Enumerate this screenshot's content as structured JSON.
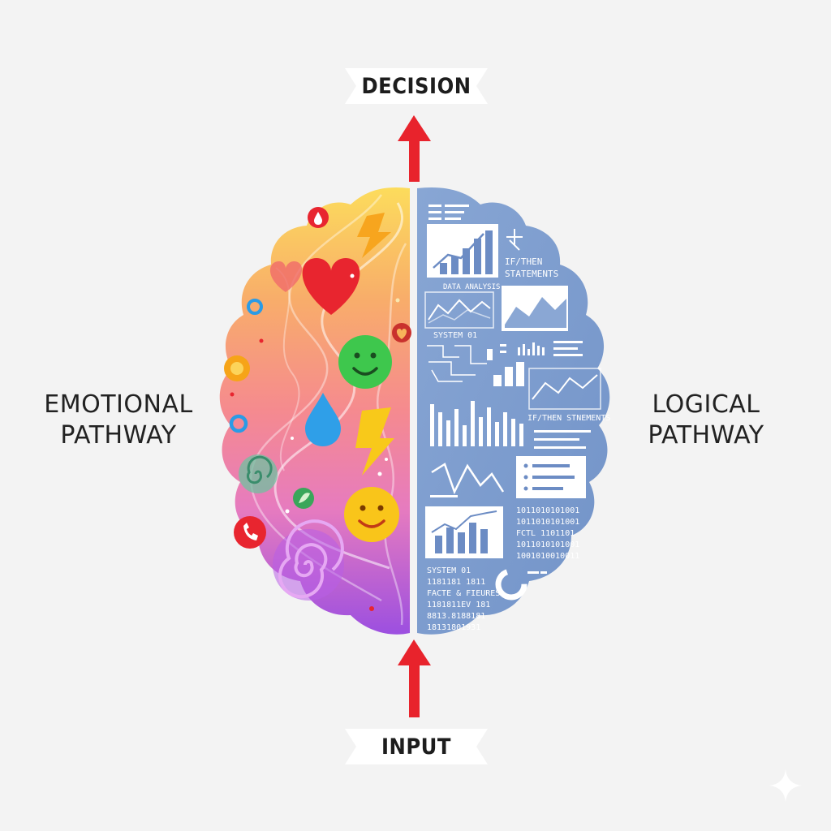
{
  "labels": {
    "top": "DECISION",
    "bottom": "INPUT",
    "left_line1": "EMOTIONAL",
    "left_line2": "PATHWAY",
    "right_line1": "LOGICAL",
    "right_line2": "PATHWAY"
  },
  "logic_text": {
    "if_then_1a": "IF/THEN",
    "if_then_1b": "STATEMENTS",
    "data_analysis": "DATA ANALYSIS",
    "system_1a": "SYSTEM 01",
    "if_then_2": "IF/THEN STNEMENTS",
    "binary_1": "1011010101001",
    "binary_2": "1011010101001",
    "binary_3": "FCTL 1101101",
    "binary_4": "1011010101001",
    "binary_5": "1001010010011",
    "system_2": "SYSTEM 01",
    "binary_6": "1181181 1811",
    "facts": "FACTE & FIEURES",
    "binary_7": "1181811EV 181",
    "binary_8": "8813.8188181",
    "binary_9": "18131801931"
  },
  "colors": {
    "arrow": "#e8232c",
    "emotional_top": "#fbd65a",
    "emotional_mid": "#f48aa0",
    "emotional_bottom": "#a150e0",
    "logical": "#7f9fd0",
    "logical_dark": "#6c8cc4"
  },
  "icons": [
    "heart-icon",
    "lightning-icon",
    "smiley-icon",
    "water-drop-icon",
    "swirl-icon",
    "leaf-icon",
    "bar-chart-icon",
    "line-chart-icon",
    "area-chart-icon",
    "list-card-icon",
    "donut-chart-icon",
    "arrow-up-icon"
  ]
}
